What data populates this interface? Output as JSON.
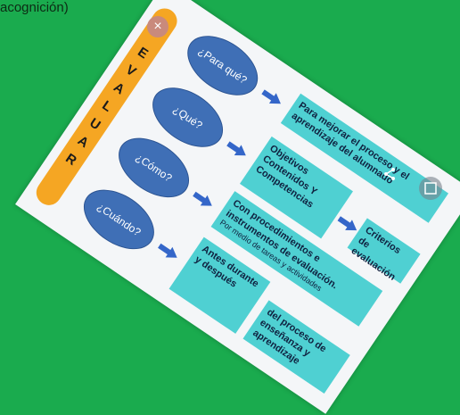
{
  "caption": "acognición)",
  "controls": {
    "close_icon": "×",
    "share_icon": "share-icon",
    "zoom_icon": "lens-icon"
  },
  "infographic": {
    "vertical_word": [
      "E",
      "V",
      "A",
      "L",
      "U",
      "A",
      "R"
    ],
    "questions": [
      {
        "label": "¿Para qué?"
      },
      {
        "label": "¿Qué?"
      },
      {
        "label": "¿Cómo?"
      },
      {
        "label": "¿Cuándo?"
      }
    ],
    "boxes": {
      "para_que": "Para mejorar el proceso y el aprendizaje del alumnado",
      "que": "Objetivos Contenidos Y Competencias",
      "criterios": "Criterios de evaluación",
      "como_main": "Con procedimientos e instrumentos de evaluación.",
      "como_small": "Por medio de tareas y actividades",
      "cuando": "Antes durante y después",
      "proceso": "del proceso de enseñanza y aprendizaje"
    }
  }
}
